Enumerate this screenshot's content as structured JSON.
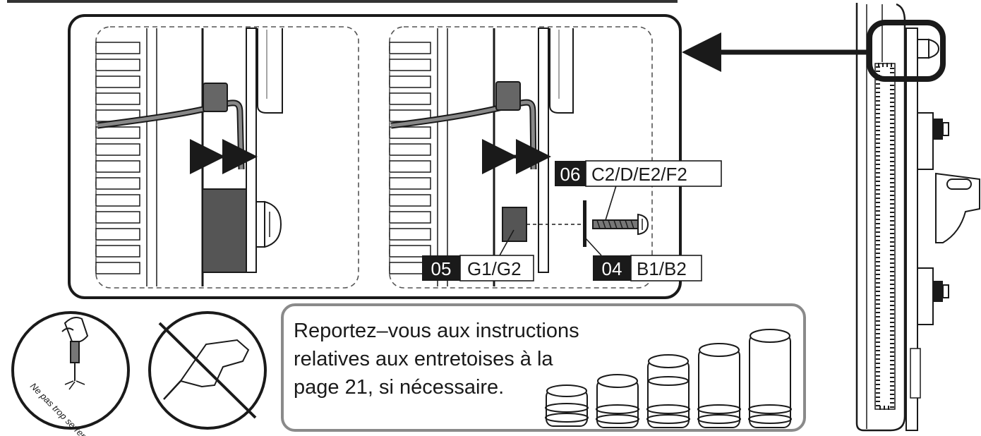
{
  "colors": {
    "ink": "#1a1a1a",
    "spacer_fill": "#555555",
    "panel_border": "#1a1a1a",
    "note_border": "#8a8a8a",
    "label_bg": "#1a1a1a"
  },
  "labels": {
    "l05": {
      "code": "05",
      "ref": "G1/G2"
    },
    "l06": {
      "code": "06",
      "ref": "C2/D/E2/F2"
    },
    "l04": {
      "code": "04",
      "ref": "B1/B2"
    }
  },
  "note": {
    "line1": "Reportez–vous aux instructions",
    "line2": "relatives aux entretoises à la",
    "line3": "page 21, si nécessaire."
  },
  "warning": {
    "text": "Ne pas trop serrer"
  },
  "icons": {
    "spacers": [
      "spacer-size-1-icon",
      "spacer-size-2-icon",
      "spacer-size-3-icon",
      "spacer-size-4-icon",
      "spacer-size-5-icon"
    ],
    "hand_screwdriver": "hand-screwdriver-icon",
    "no_power_drill": "no-power-drill-icon",
    "gap_arrow": "double-arrow-icon",
    "pointer_arrow": "arrow-left-icon"
  }
}
